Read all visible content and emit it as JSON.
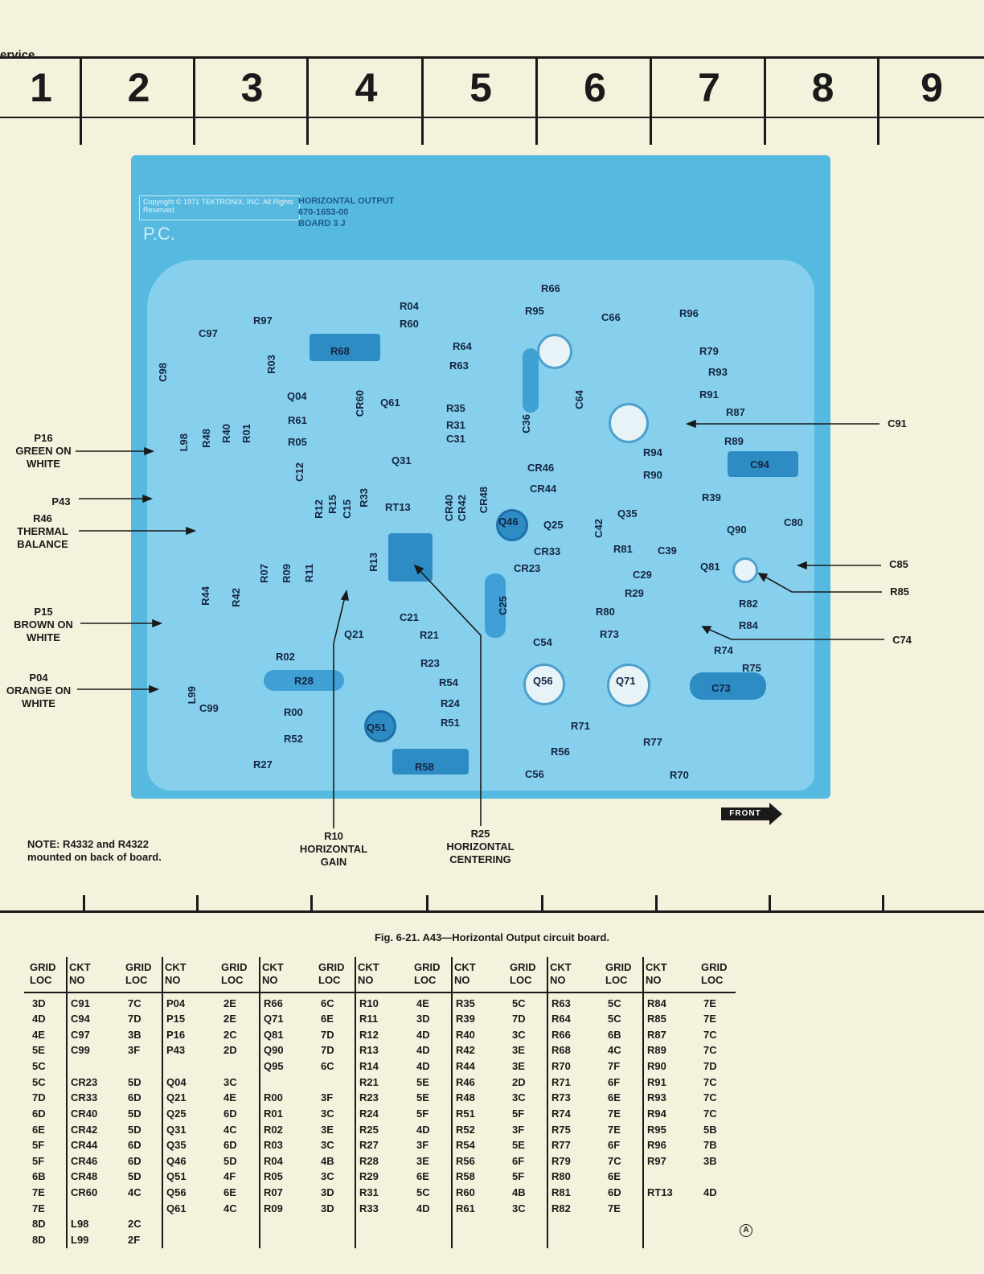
{
  "header": {
    "section": "ervice"
  },
  "grid_columns": [
    "1",
    "2",
    "3",
    "4",
    "5",
    "6",
    "7",
    "8",
    "9"
  ],
  "board": {
    "copyright": "Copyright © 1971 TEKTRONIX, INC. All Rights Reserved",
    "title_lines": [
      "HORIZONTAL OUTPUT",
      "670-1653-00",
      "BOARD 3 J"
    ],
    "pc": "P.C."
  },
  "callouts": {
    "p16": [
      "P16",
      "GREEN ON",
      "WHITE"
    ],
    "p43": "P43",
    "r46": [
      "R46",
      "THERMAL",
      "BALANCE"
    ],
    "p15": [
      "P15",
      "BROWN ON",
      "WHITE"
    ],
    "p04": [
      "P04",
      "ORANGE ON",
      "WHITE"
    ],
    "c91": "C91",
    "c85": "C85",
    "r85": "R85",
    "c74": "C74",
    "r10": [
      "R10",
      "HORIZONTAL",
      "GAIN"
    ],
    "r25": [
      "R25",
      "HORIZONTAL",
      "CENTERING"
    ],
    "front": "FRONT"
  },
  "note": [
    "NOTE: R4332 and R4322",
    "mounted on back of board."
  ],
  "caption": "Fig. 6-21.  A43—Horizontal Output circuit board.",
  "table": {
    "header_grid": "GRID",
    "header_loc": "LOC",
    "header_ckt": "CKT",
    "header_no": "NO",
    "columns": [
      {
        "grid": [
          "3D",
          "4D",
          "4E",
          "5E",
          "5C",
          "5C",
          "7D",
          "6D",
          "6E",
          "5F",
          "5F",
          "6B",
          "7E",
          "7E",
          "8D",
          "8D"
        ],
        "ckt": [
          "C91",
          "C94",
          "C97",
          "C99",
          "",
          "CR23",
          "CR33",
          "CR40",
          "CR42",
          "CR44",
          "CR46",
          "CR48",
          "CR60",
          "",
          "L98",
          "L99"
        ]
      },
      {
        "grid": [
          "7C",
          "7D",
          "3B",
          "3F",
          "",
          "5D",
          "6D",
          "5D",
          "5D",
          "6D",
          "6D",
          "5D",
          "4C",
          "",
          "2C",
          "2F"
        ],
        "ckt": [
          "P04",
          "P15",
          "P16",
          "P43",
          "",
          "Q04",
          "Q21",
          "Q25",
          "Q31",
          "Q35",
          "Q46",
          "Q51",
          "Q56",
          "Q61",
          "",
          ""
        ]
      },
      {
        "grid": [
          "2E",
          "2E",
          "2C",
          "2D",
          "",
          "3C",
          "4E",
          "6D",
          "4C",
          "6D",
          "5D",
          "4F",
          "6E",
          "4C",
          "",
          ""
        ],
        "ckt": [
          "R66",
          "Q71",
          "Q81",
          "Q90",
          "Q95",
          "",
          "R00",
          "R01",
          "R02",
          "R03",
          "R04",
          "R05",
          "R07",
          "R09",
          "",
          ""
        ]
      },
      {
        "grid": [
          "6C",
          "6E",
          "7D",
          "7D",
          "6C",
          "",
          "3F",
          "3C",
          "3E",
          "3C",
          "4B",
          "3C",
          "3D",
          "3D",
          "",
          ""
        ],
        "ckt": [
          "R10",
          "R11",
          "R12",
          "R13",
          "R14",
          "R21",
          "R23",
          "R24",
          "R25",
          "R27",
          "R28",
          "R29",
          "R31",
          "R33",
          "",
          ""
        ]
      },
      {
        "grid": [
          "4E",
          "3D",
          "4D",
          "4D",
          "4D",
          "5E",
          "5E",
          "5F",
          "4D",
          "3F",
          "3E",
          "6E",
          "5C",
          "4D",
          "",
          ""
        ],
        "ckt": [
          "R35",
          "R39",
          "R40",
          "R42",
          "R44",
          "R46",
          "R48",
          "R51",
          "R52",
          "R54",
          "R56",
          "R58",
          "R60",
          "R61",
          "",
          ""
        ]
      },
      {
        "grid": [
          "5C",
          "7D",
          "3C",
          "3E",
          "3E",
          "2D",
          "3C",
          "5F",
          "3F",
          "5E",
          "6F",
          "5F",
          "4B",
          "3C",
          "",
          ""
        ],
        "ckt": [
          "R63",
          "R64",
          "R66",
          "R68",
          "R70",
          "R71",
          "R73",
          "R74",
          "R75",
          "R77",
          "R79",
          "R80",
          "R81",
          "R82",
          "",
          ""
        ]
      },
      {
        "grid": [
          "5C",
          "5C",
          "6B",
          "4C",
          "7F",
          "6F",
          "6E",
          "7E",
          "7E",
          "6F",
          "7C",
          "6E",
          "6D",
          "7E",
          "",
          ""
        ],
        "ckt": [
          "R84",
          "R85",
          "R87",
          "R89",
          "R90",
          "R91",
          "R93",
          "R94",
          "R95",
          "R96",
          "R97",
          "",
          "RT13",
          "",
          "",
          ""
        ]
      },
      {
        "grid": [
          "7E",
          "7E",
          "7C",
          "7C",
          "7D",
          "7C",
          "7C",
          "7C",
          "5B",
          "7B",
          "3B",
          "",
          "4D",
          "",
          "",
          ""
        ],
        "ckt": []
      }
    ]
  },
  "symbol": "A"
}
